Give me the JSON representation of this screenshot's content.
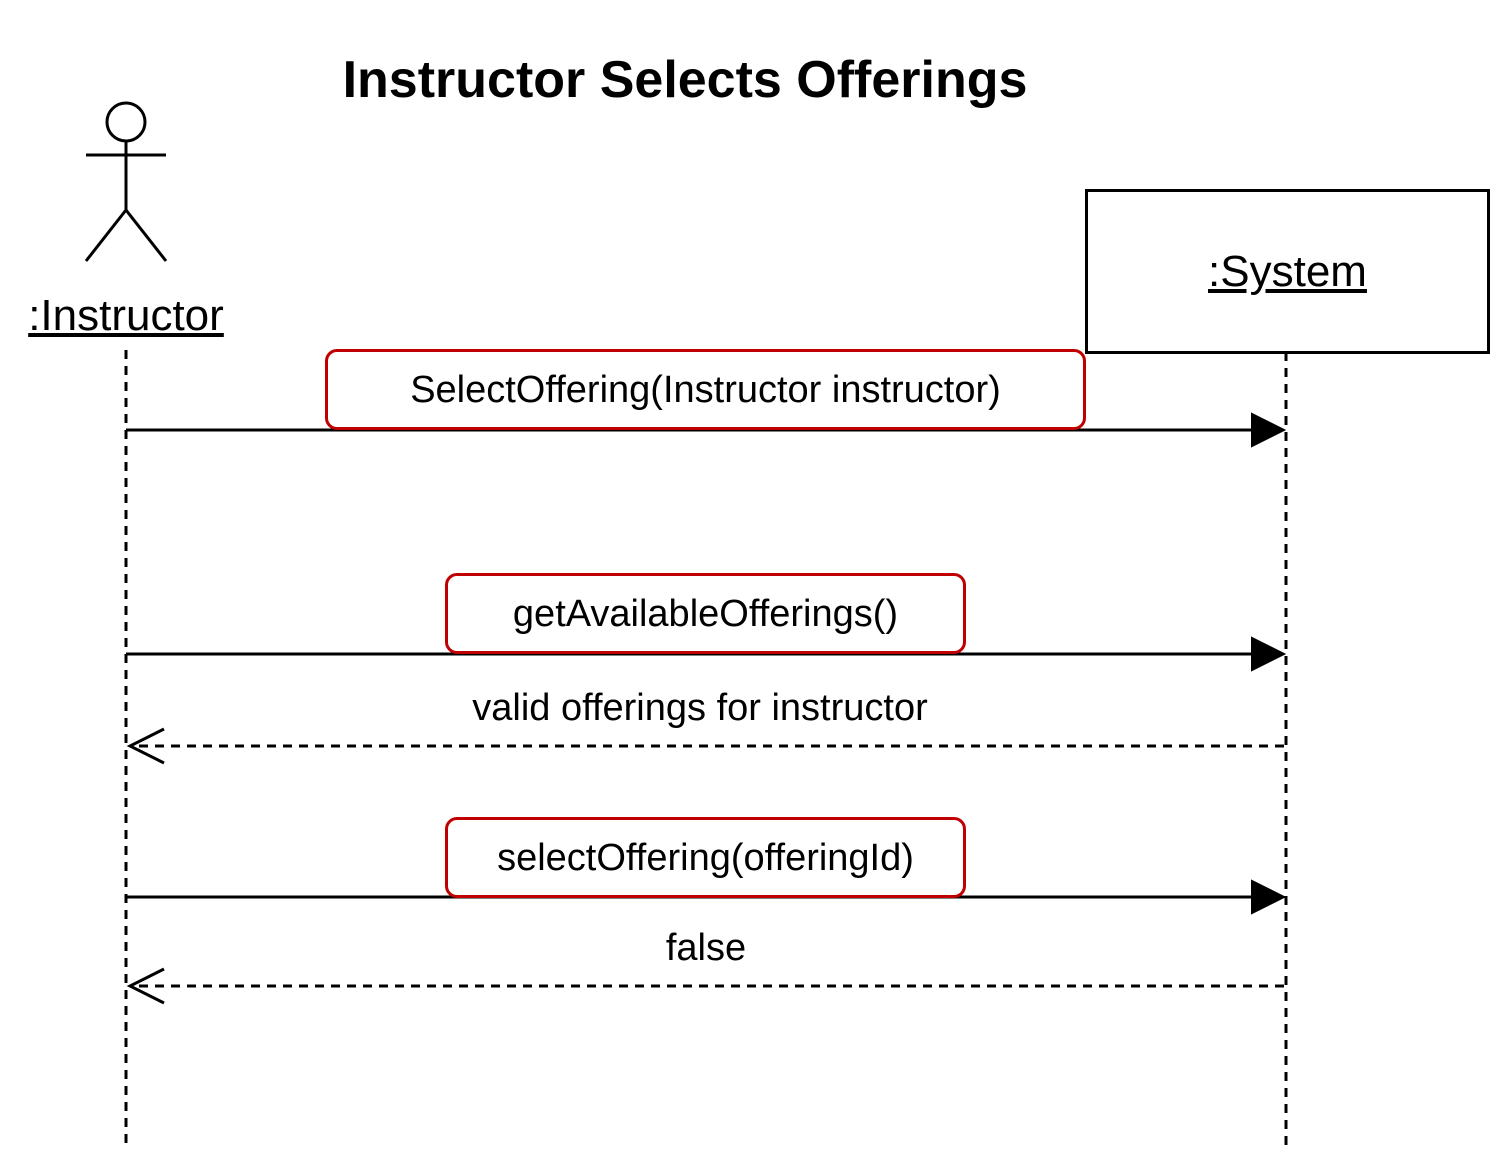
{
  "diagram": {
    "title": "Instructor Selects Offerings",
    "participants": [
      {
        "id": "instructor",
        "label": ":Instructor",
        "kind": "actor"
      },
      {
        "id": "system",
        "label": ":System",
        "kind": "object"
      }
    ],
    "messages": [
      {
        "label": "SelectOffering(Instructor instructor)",
        "from": "instructor",
        "to": "system",
        "type": "synchronous",
        "highlighted": true
      },
      {
        "label": "getAvailableOfferings()",
        "from": "instructor",
        "to": "system",
        "type": "synchronous",
        "highlighted": true
      },
      {
        "label": "valid offerings for instructor",
        "from": "system",
        "to": "instructor",
        "type": "return",
        "highlighted": false
      },
      {
        "label": "selectOffering(offeringId)",
        "from": "instructor",
        "to": "system",
        "type": "synchronous",
        "highlighted": true
      },
      {
        "label": "false",
        "from": "system",
        "to": "instructor",
        "type": "return",
        "highlighted": false
      }
    ],
    "colors": {
      "highlight_border": "#c00000",
      "line": "#000000"
    }
  }
}
